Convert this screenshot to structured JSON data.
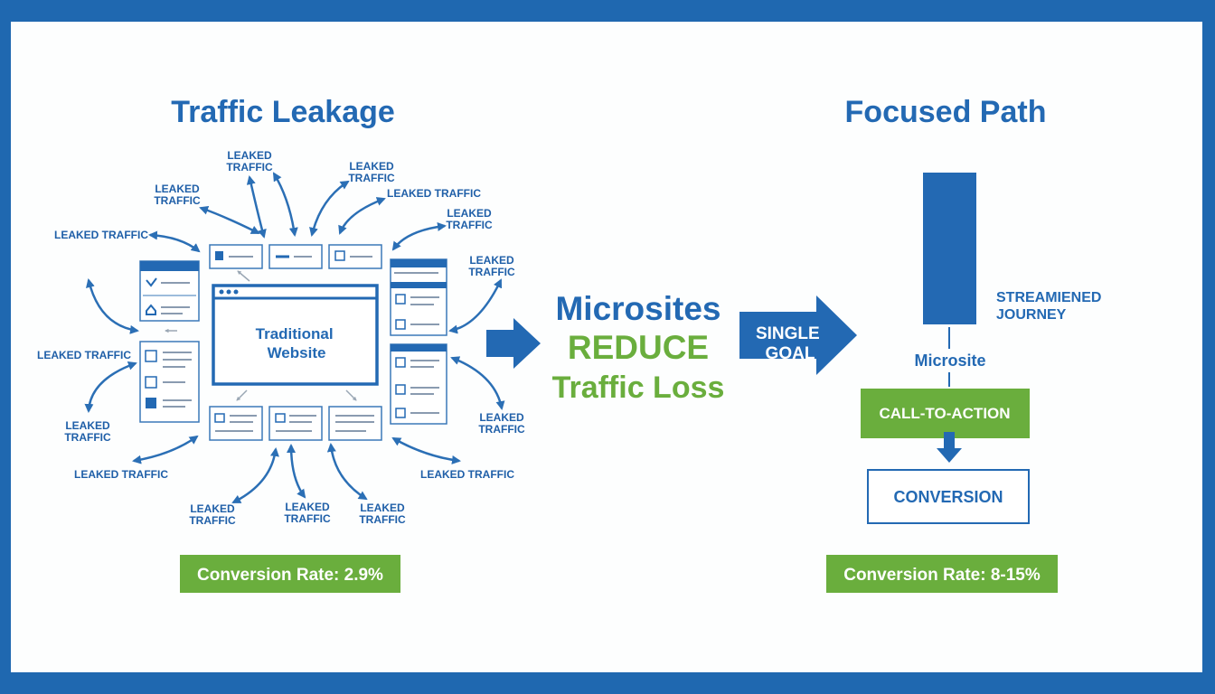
{
  "colors": {
    "border_blue": "#1f68b0",
    "primary_blue": "#2369b3",
    "accent_green": "#6aae3d",
    "white": "#ffffff"
  },
  "left_panel": {
    "title": "Traffic Leakage",
    "center_site_label": "Traditional Website",
    "leaked_label": "LEAKED TRAFFIC",
    "conversion_rate": "Conversion Rate: 2.9%"
  },
  "center_message": {
    "line1": "Microsites",
    "line2": "REDUCE",
    "line3": "Traffic Loss"
  },
  "goal_arrow_label": "SINGLE GOAL",
  "right_panel": {
    "title": "Focused Path",
    "journey_label": "STREAMIENED JOURNEY",
    "microsite_label": "Microsite",
    "cta_label": "CALL-TO-ACTION",
    "conversion_label": "CONVERSION",
    "conversion_rate": "Conversion Rate: 8-15%"
  },
  "icons": [
    "arrow-right-icon",
    "arrow-down-icon",
    "browser-dots-icon",
    "check-icon",
    "home-icon",
    "card-icon"
  ]
}
